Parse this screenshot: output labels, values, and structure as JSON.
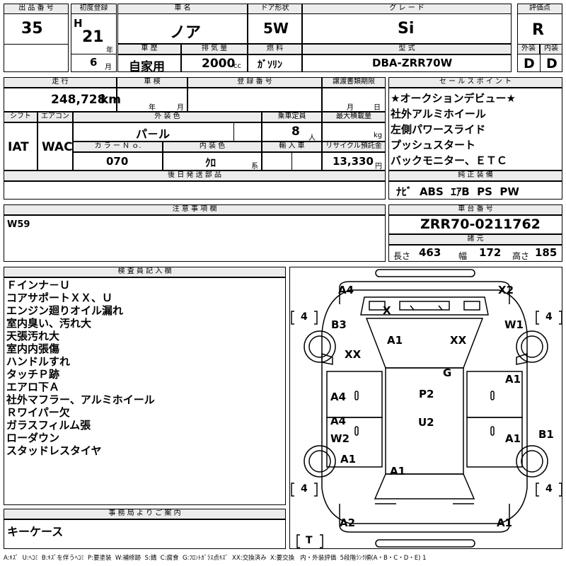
{
  "header": {
    "lot_no_label": "出 品 番 号",
    "lot_no": "35",
    "first_reg_label": "初度登録",
    "era": "H",
    "year": "21",
    "year_unit": "年",
    "month": "6",
    "month_unit": "月",
    "car_name_label": "車 名",
    "car_name": "ノア",
    "doors_label": "ドア形状",
    "doors": "5W",
    "grade_label": "グ レ ー ド",
    "grade": "Si",
    "score_label": "評価点",
    "score": "R",
    "history_label": "車 歴",
    "history": "自家用",
    "displacement_label": "排 気 量",
    "displacement": "2000",
    "displacement_unit": "cc",
    "fuel_label": "燃 料",
    "fuel": "ｶﾞｿﾘﾝ",
    "model_label": "型 式",
    "model": "DBA-ZRR70W",
    "exterior_label": "外装",
    "exterior": "D",
    "interior_label": "内装",
    "interior": "D"
  },
  "row2": {
    "mileage_label": "走 行",
    "mileage": "248,728",
    "mileage_unit": "km",
    "inspection_label": "車 検",
    "insp_year_unit": "年",
    "insp_month_unit": "月",
    "reg_no_label": "登 録 番 号",
    "transfer_label": "譲渡書類期限",
    "transfer_month_unit": "月",
    "transfer_day_unit": "日",
    "shift_label": "シフト",
    "shift": "IAT",
    "aircon_label": "エアコン",
    "aircon": "WAC",
    "ext_color_label": "外 装 色",
    "ext_color": "パ－ル",
    "capacity_label": "乗車定員",
    "capacity": "8",
    "capacity_unit": "人",
    "max_load_label": "最大積載量",
    "max_load_unit": "kg",
    "color_no_label": "カ ラ ー Ｎ ｏ.",
    "color_no": "070",
    "int_color_label": "内 装 色",
    "int_color": "ｸﾛ",
    "int_color_unit": "系",
    "import_label": "輸 入 車",
    "recycle_label": "リサイクル預託金",
    "recycle": "13,330",
    "recycle_unit": "円",
    "later_parts_label": "後 日 発 送 部 品"
  },
  "sales_points": {
    "label": "セ ー ル ス ポ イ ン ト",
    "items": [
      "★オークションデビュー★",
      "社外アルミホイール",
      "左側パワースライド",
      "プッシュスタート",
      "バックモニター、ＥＴＣ"
    ]
  },
  "equipment": {
    "label": "純 正 装 備",
    "value": "ﾅﾋﾞ  ABS  ｴｱB  PS  PW"
  },
  "notes": {
    "label": "注 意 事 項 欄",
    "value": "W59"
  },
  "chassis": {
    "label": "車 台 番 号",
    "value": "ZRR70-0211762",
    "spec_label": "諸 元",
    "length_label": "長さ",
    "length": "463",
    "width_label": "幅",
    "width": "172",
    "height_label": "高さ",
    "height": "185"
  },
  "inspector": {
    "label": "検 査 員 記 入 欄",
    "items": [
      "Ｆインナ－Ｕ",
      "コアサポートＸＸ、Ｕ",
      "エンジン廻りオイル漏れ",
      "室内臭い、汚れ大",
      "天張汚れ大",
      "室内内張傷",
      "ハンドルすれ",
      "タッチＰ跡",
      "エアロ下Ａ",
      "社外マフラー、アルミホイール",
      "Ｒワイパー欠",
      "ガラスフィルム張",
      "ローダウン",
      "スタッドレスタイヤ"
    ]
  },
  "office": {
    "label": "事 務 局 よ り ご 案 内",
    "value": "キーケース"
  },
  "diagram": {
    "marks": [
      "A4",
      "X2",
      "X",
      "B3",
      "W1",
      "A1",
      "XX",
      "XX",
      "G",
      "A1",
      "A4",
      "P2",
      "A4",
      "U2",
      "W2",
      "A1",
      "B1",
      "A1",
      "A1",
      "A2",
      "A1"
    ],
    "tire_labels": [
      "4",
      "4",
      "4",
      "4",
      "T"
    ]
  },
  "legend": "A:ｷｽﾞ  U:ﾍｺﾐ  B:ｷｽﾞを伴うﾍｺﾐ  P:要塗装  W:補修跡  S:錆  C:腐食  G:ﾌﾛﾝﾄｶﾞﾗｽ点ｷｽﾞ  XX:交換済み  X:要交換   内・外装評価  5段階ﾗﾝｸ順(A・B・C・D・E) 1"
}
